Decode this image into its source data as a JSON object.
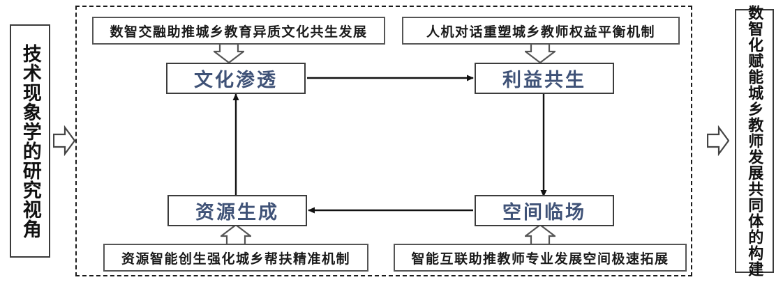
{
  "diagram": {
    "title_hidden": "",
    "left_panel": {
      "name": "technology-phenomenology-perspective",
      "text": "技术现象学的研究视角"
    },
    "right_panel": {
      "name": "construction-of-community",
      "text": "数智化赋能城乡教师发展共同体的构建"
    },
    "captions": [
      {
        "id": "caption-top-left",
        "text": "数智交融助推城乡教育异质文化共生发展"
      },
      {
        "id": "caption-top-right",
        "text": "人机对话重塑城乡教师权益平衡机制"
      },
      {
        "id": "caption-bottom-left",
        "text": "资源智能创生强化城乡帮扶精准机制"
      },
      {
        "id": "caption-bottom-right",
        "text": "智能互联助推教师专业发展空间极速拓展"
      }
    ],
    "core_boxes": [
      {
        "id": "core-culture-penetration",
        "text": "文化渗透"
      },
      {
        "id": "core-benefit-symbiosis",
        "text": "利益共生"
      },
      {
        "id": "core-resource-generation",
        "text": "资源生成"
      },
      {
        "id": "core-spatial-presence",
        "text": "空间临场"
      }
    ],
    "flow": {
      "cycle": [
        "资源生成 → 文化渗透",
        "文化渗透 → 利益共生",
        "利益共生 → 空间临场",
        "空间临场 → 资源生成"
      ],
      "caption_links": [
        "数智交融助推城乡教育异质文化共生发展 ⇩ 文化渗透",
        "人机对话重塑城乡教师权益平衡机制 ⇩ 利益共生",
        "资源智能创生强化城乡帮扶精准机制 ⇧ 资源生成",
        "智能互联助推教师专业发展空间极速拓展 ⇧ 空间临场"
      ],
      "entry": "技术现象学的研究视角 ⇨ 框架",
      "exit": "框架 ⇨ 数智化赋能城乡教师发展共同体的构建"
    },
    "colors": {
      "core_text": "#3f5277",
      "outline": "#3c3c3c",
      "caption_outline": "#555555",
      "dashed_border": "#1a1a1a",
      "background": "#ffffff"
    }
  }
}
